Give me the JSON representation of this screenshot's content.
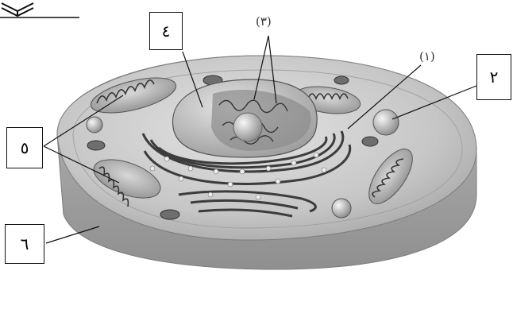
{
  "labels": {
    "l1": "(١)",
    "l2": "٢",
    "l3": "(٣)",
    "l4": "٤",
    "l5": "٥",
    "l6": "٦"
  },
  "colors": {
    "cell_fill": "#c9c9c9",
    "cell_edge": "#8a8a8a",
    "nucleus": "#bdbdbd",
    "nucleolus": "#e8e8e8",
    "line": "#222222"
  },
  "icons": [
    "book-icon"
  ]
}
